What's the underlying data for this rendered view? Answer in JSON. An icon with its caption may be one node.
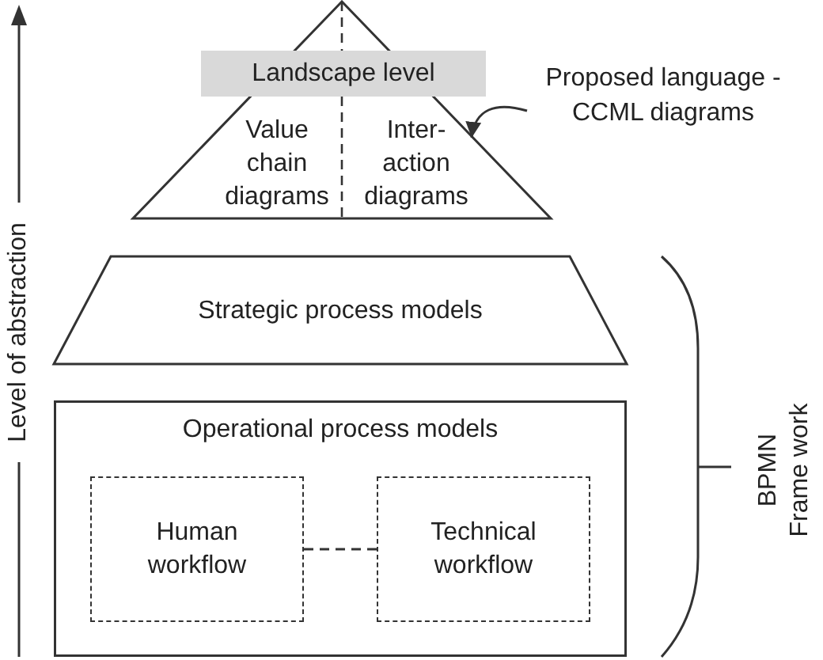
{
  "diagram": {
    "nodes": [
      {
        "text": [],
        "shape": "triangle"
      },
      {
        "text": [
          "Landscape level"
        ],
        "in": 0
      },
      {
        "text": [
          "Value chain diagrams"
        ],
        "in": 0
      },
      {
        "text": [
          "Inter- action diagrams"
        ],
        "in": 0
      },
      {
        "text": [
          "Proposed language - CCML diagrams"
        ]
      },
      {
        "text": [
          "Strategic process models"
        ]
      },
      {
        "text": [
          "Operational process models"
        ]
      },
      {
        "text": [
          "Human workflow"
        ],
        "in": 6
      },
      {
        "text": [
          "Technical workflow"
        ],
        "in": 6
      }
    ],
    "edges": [
      {
        "from": 4,
        "to": 3,
        "arrow": "to"
      },
      {
        "from": 7,
        "to": 8,
        "arrow": "none",
        "style": "dashed"
      }
    ],
    "labels": [
      "Level of abstraction",
      "BPMN Frame work"
    ]
  }
}
